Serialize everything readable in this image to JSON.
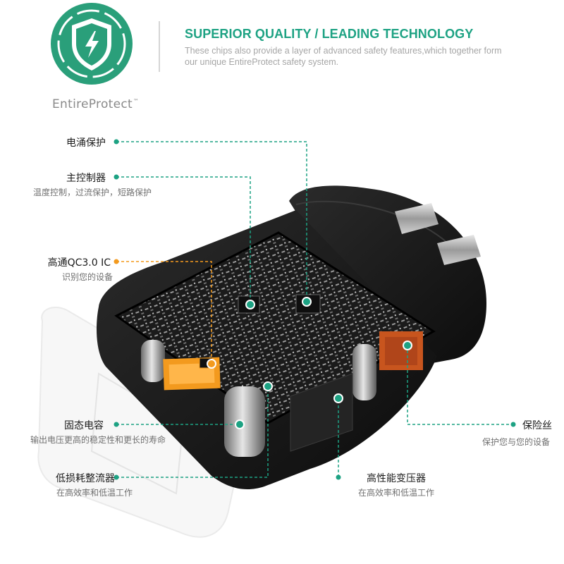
{
  "header": {
    "headline": "SUPERIOR QUALITY / LEADING TECHNOLOGY",
    "subtext": "These chips also provide a layer of advanced safety features,which together form our unique EntireProtect safety system."
  },
  "brand": {
    "name": "EntireProtect",
    "mark": "™"
  },
  "callouts": [
    {
      "label": "电涌保护",
      "sub": ""
    },
    {
      "label": "主控制器",
      "sub": "温度控制，过流保护，短路保护"
    },
    {
      "label": "高通QC3.0 IC",
      "sub": "识别您的设备"
    },
    {
      "label": "固态电容",
      "sub": "输出电压更高的稳定性和更长的寿命"
    },
    {
      "label": "低损耗整流器",
      "sub": "在高效率和低温工作"
    },
    {
      "label": "高性能变压器",
      "sub": "在高效率和低温工作"
    },
    {
      "label": "保险丝",
      "sub": "保护您与您的设备"
    }
  ],
  "colors": {
    "accent": "#1da283",
    "highlight": "#f39a1e",
    "logo": "#2a9f7a"
  },
  "icons": [
    "shield-bolt-icon"
  ]
}
